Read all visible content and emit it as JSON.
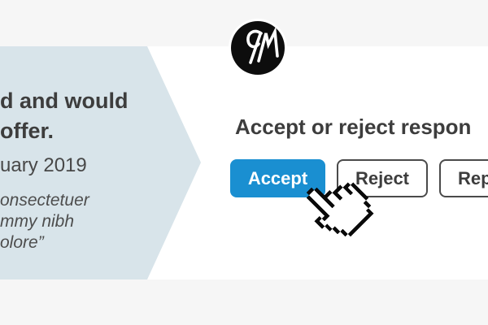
{
  "colors": {
    "accent_blue": "#1a8fd1",
    "panel_blue": "#d8e4ea",
    "band_gray": "#f6f6f6",
    "text_dark": "#3d3d3d",
    "button_border": "#4a4a4a"
  },
  "logo": {
    "monogram": "GM"
  },
  "testimonial": {
    "heading_line1": "d and would",
    "heading_line2": "offer.",
    "date_fragment": "uary 2019",
    "quote_line1": "onsectetuer",
    "quote_line2": "mmy nibh",
    "quote_line3": "olore”"
  },
  "main": {
    "heading": "Accept or reject respon",
    "buttons": [
      {
        "label": "Accept",
        "style": "primary"
      },
      {
        "label": "Reject",
        "style": "secondary"
      },
      {
        "label": "Rep",
        "style": "secondary"
      }
    ]
  },
  "cursor": {
    "icon": "pixel-hand-pointer"
  }
}
